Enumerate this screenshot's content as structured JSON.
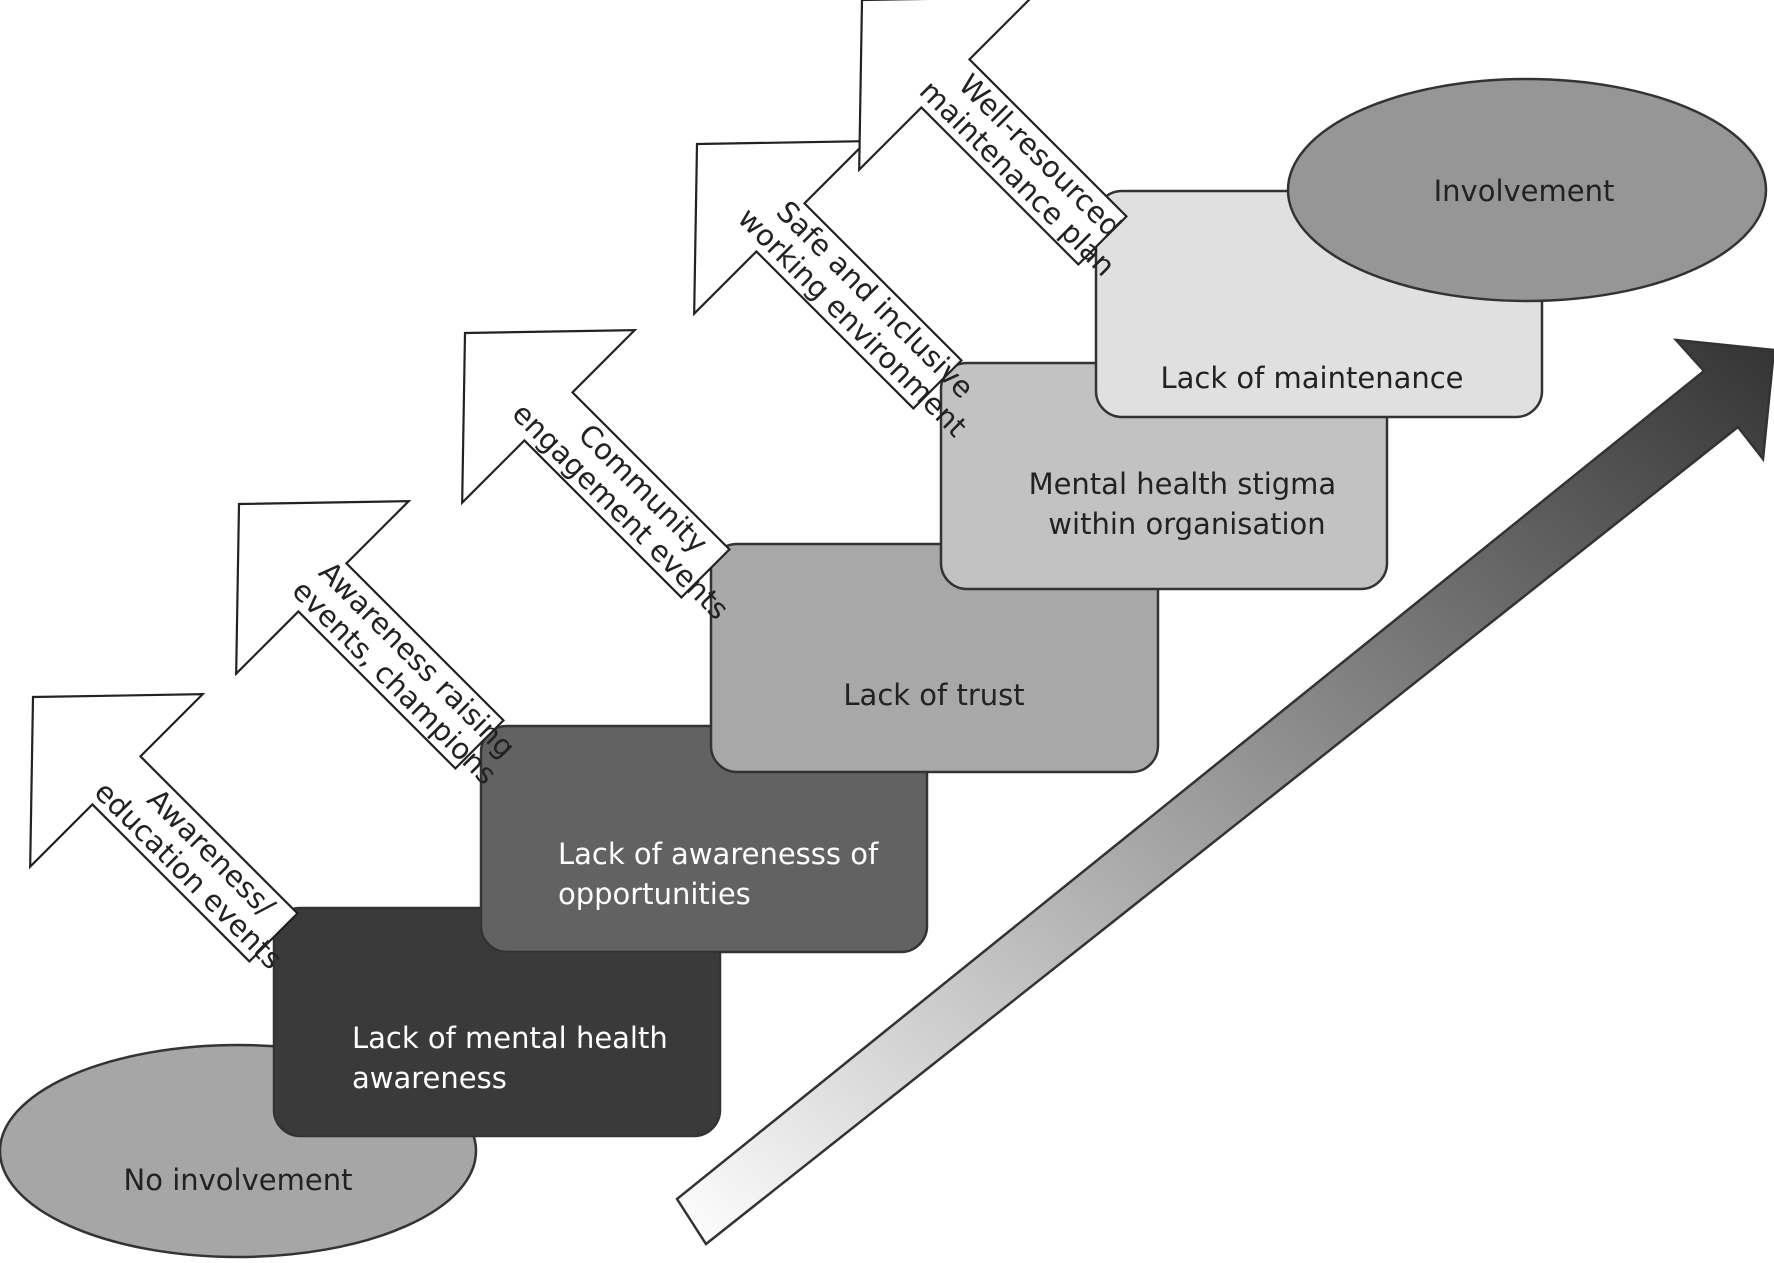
{
  "start": {
    "label": "No involvement",
    "color": "#a6a6a6"
  },
  "end": {
    "label": "Involvement",
    "color": "#969696"
  },
  "barriers": [
    {
      "line1": "Lack of mental health",
      "line2": "awareness",
      "fill": "#3a3a3a",
      "text_color": "#ffffff"
    },
    {
      "line1": "Lack of awarenesss of",
      "line2": "opportunities",
      "fill": "#626262",
      "text_color": "#ffffff"
    },
    {
      "line1": "Lack of trust",
      "line2": "",
      "fill": "#a8a8a8",
      "text_color": "#222222"
    },
    {
      "line1": "Mental health stigma",
      "line2": "within organisation",
      "fill": "#c2c2c2",
      "text_color": "#222222"
    },
    {
      "line1": "Lack of maintenance",
      "line2": "",
      "fill": "#e0e0e0",
      "text_color": "#222222"
    }
  ],
  "interventions": [
    {
      "line1": "Awareness/",
      "line2": "education events"
    },
    {
      "line1": "Awareness raising",
      "line2": "events, champions"
    },
    {
      "line1": "Community",
      "line2": "engagement events"
    },
    {
      "line1": "Safe and inclusive",
      "line2": "working environment"
    },
    {
      "line1": "Well-resourced",
      "line2": "maintenance plan"
    }
  ],
  "progress_arrow": {
    "gradient_start": "#ffffff",
    "gradient_end": "#333333"
  }
}
